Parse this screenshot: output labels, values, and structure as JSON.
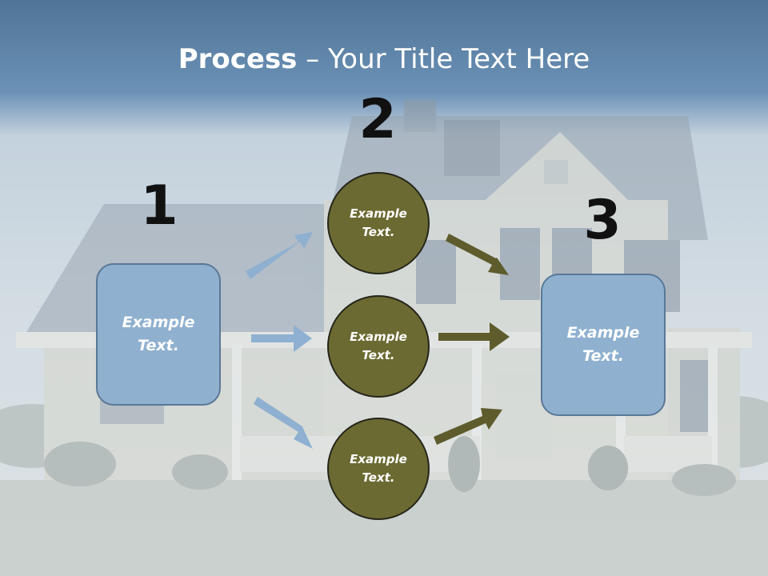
{
  "title": {
    "bold": "Process",
    "rest": " – Your Title Text Here"
  },
  "numbers": [
    "1",
    "2",
    "3"
  ],
  "left_box": {
    "text": "Example Text."
  },
  "circles": [
    {
      "text": "Example Text."
    },
    {
      "text": "Example Text."
    },
    {
      "text": "Example Text."
    }
  ],
  "right_box": {
    "text": "Example Text."
  },
  "colors": {
    "blue_shape": "#8fb0cf",
    "olive_circle": "#6b6a32",
    "blue_arrow": "#8fb0d0",
    "olive_arrow": "#5e5c2c"
  }
}
